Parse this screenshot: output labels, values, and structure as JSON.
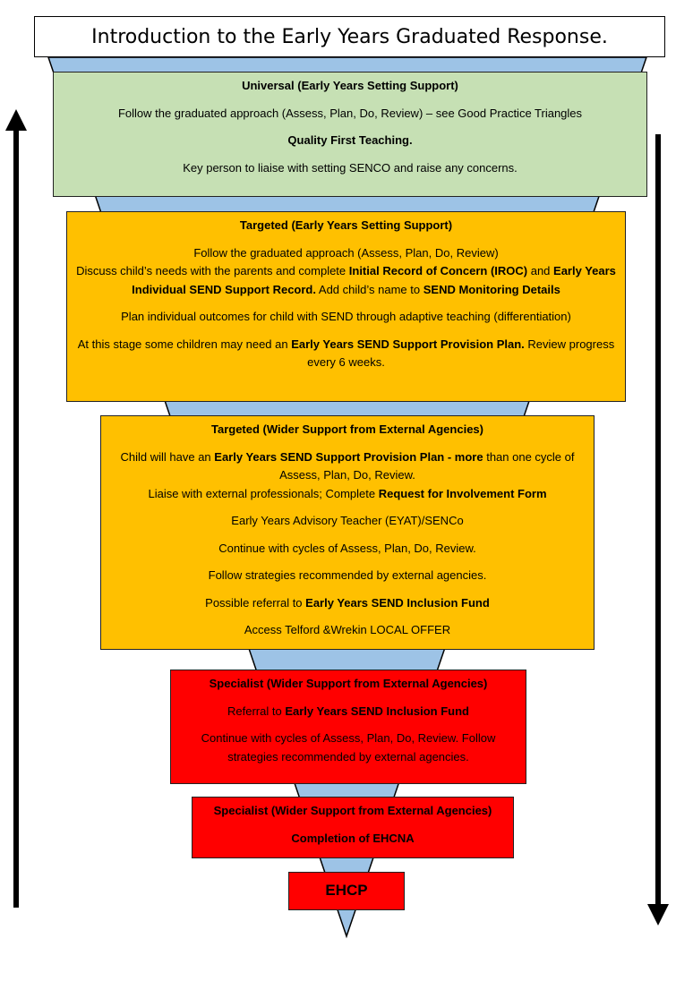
{
  "title": "Introduction to the Early Years Graduated Response.",
  "colors": {
    "universal": "#c6e0b4",
    "targeted": "#ffc000",
    "specialist": "#ff0000",
    "funnel": "#9dc3e6"
  },
  "universal": {
    "heading": "Universal (Early Years Setting Support)",
    "line1": "Follow the graduated approach (Assess, Plan, Do, Review) – see Good Practice Triangles",
    "line2": "Quality First Teaching.",
    "line3": "Key person to liaise with setting SENCO and raise any concerns."
  },
  "targeted_setting": {
    "heading": "Targeted (Early Years Setting Support)",
    "line1": "Follow the graduated approach (Assess, Plan, Do, Review)",
    "p2_a": "Discuss child’s needs with the parents and complete ",
    "p2_b": "Initial Record of Concern (IROC)",
    "p2_c": " and ",
    "p2_d": "Early Years Individual SEND Support Record.",
    "p2_e": " Add child’s name to ",
    "p2_f": "SEND Monitoring Details",
    "line3": "Plan individual outcomes for child with SEND through adaptive teaching (differentiation)",
    "p4_a": "At this stage some children may need an ",
    "p4_b": "Early Years SEND Support Provision Plan.",
    "p4_c": " Review progress every 6 weeks."
  },
  "targeted_external": {
    "heading": "Targeted (Wider Support from External Agencies)",
    "p1_a": "Child will have an ",
    "p1_b": "Early Years SEND Support Provision Plan - more",
    "p1_c": " than one cycle of Assess, Plan, Do, Review.",
    "p2_a": "Liaise with external professionals; Complete ",
    "p2_b": "Request for Involvement Form",
    "line3": "Early Years Advisory Teacher (EYAT)/SENCo",
    "line4": "Continue with cycles of Assess, Plan, Do, Review.",
    "line5": "Follow strategies recommended by external agencies.",
    "p6_a": "Possible referral to ",
    "p6_b": "Early Years SEND Inclusion Fund",
    "line7": "Access Telford &Wrekin LOCAL OFFER"
  },
  "specialist_1": {
    "heading": "Specialist (Wider Support from External Agencies)",
    "p1_a": "Referral to ",
    "p1_b": "Early Years SEND Inclusion Fund",
    "line2": "Continue with cycles of Assess, Plan, Do, Review. Follow strategies recommended by external agencies."
  },
  "specialist_2": {
    "heading": "Specialist (Wider Support from External Agencies)",
    "line1": "Completion of EHCNA"
  },
  "ehcp": {
    "label": "EHCP"
  }
}
